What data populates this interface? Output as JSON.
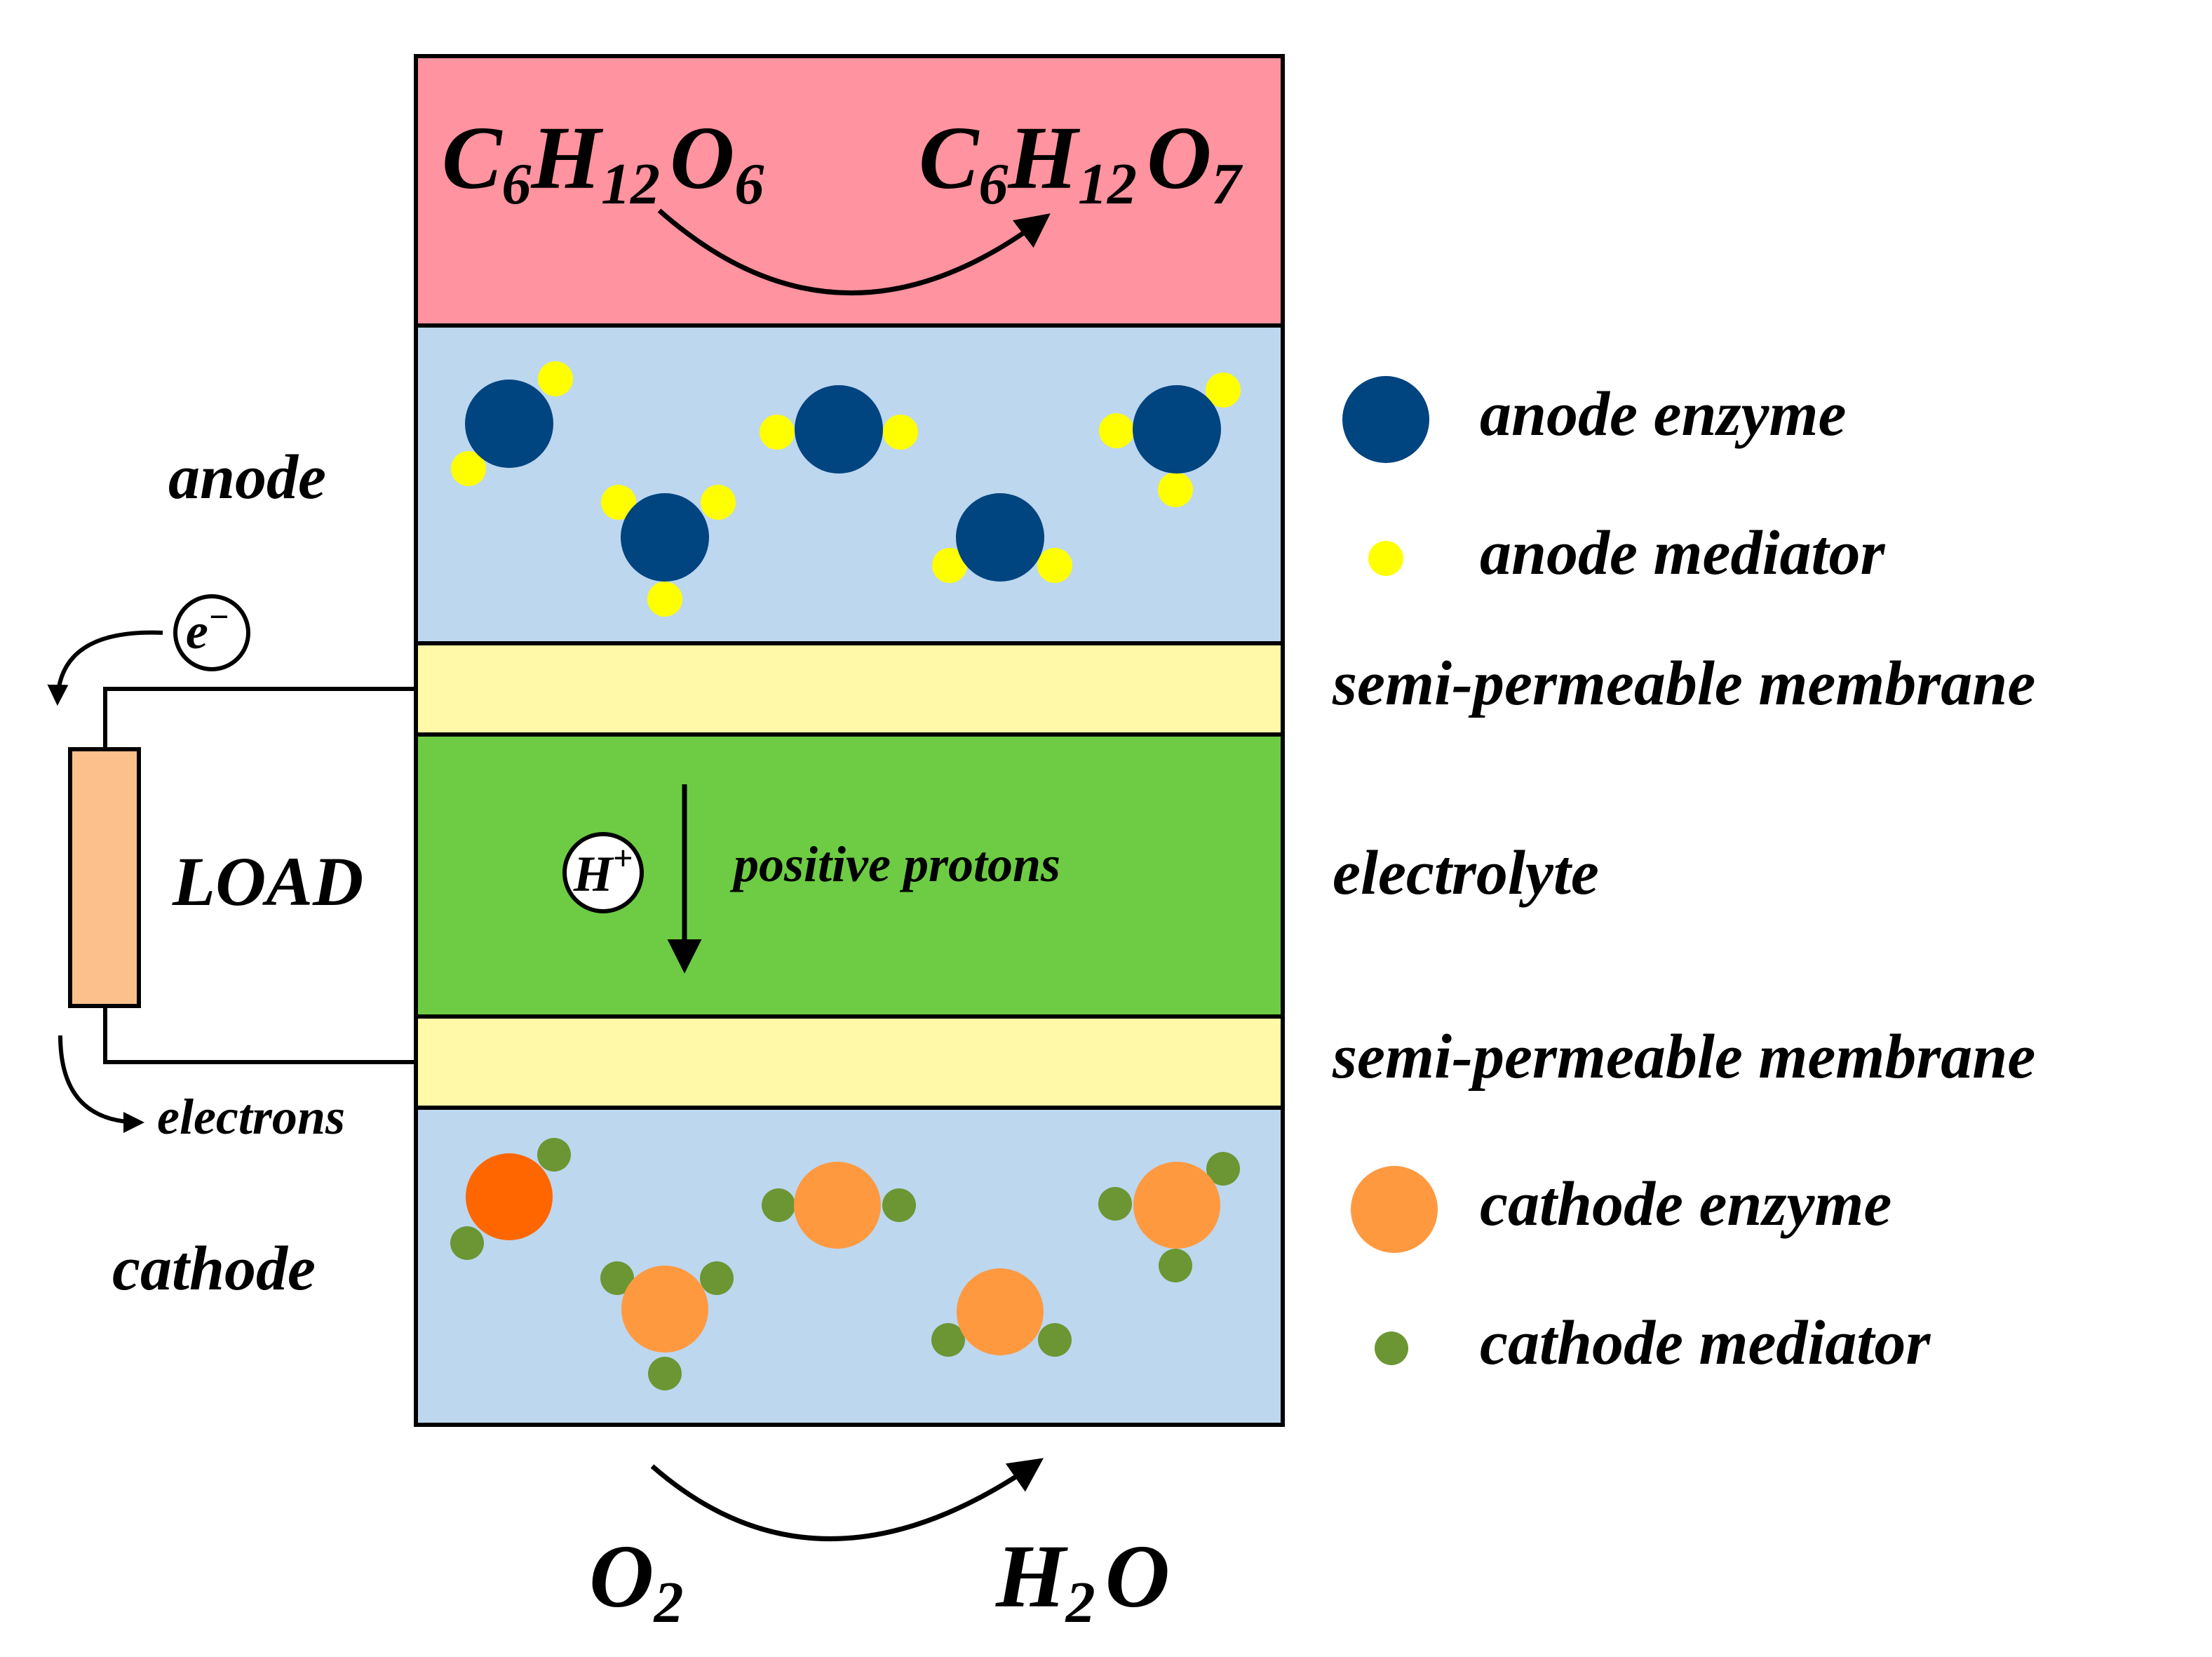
{
  "colors": {
    "substrate_band": "#ff939f",
    "electrode_band": "#bdd7ee",
    "membrane_band": "#fff9a8",
    "electrolyte_band": "#6dcc44",
    "anode_enzyme": "#004480",
    "anode_mediator": "#ffff00",
    "cathode_enzyme": "#ff9940",
    "cathode_enzyme_active": "#ff6600",
    "cathode_mediator": "#6b9633",
    "load": "#fbc08c"
  },
  "anode_reaction": {
    "reactant": {
      "c": "C",
      "c_sub": "6",
      "h": "H",
      "h_sub": "12",
      "o": "O",
      "o_sub": "6"
    },
    "product": {
      "c": "C",
      "c_sub": "6",
      "h": "H",
      "h_sub": "12",
      "o": "O",
      "o_sub": "7"
    }
  },
  "cathode_reaction": {
    "reactant": {
      "o": "O",
      "o_sub": "2"
    },
    "product": {
      "h": "H",
      "h_sub": "2",
      "o": "O"
    }
  },
  "labels": {
    "anode": "anode",
    "cathode": "cathode",
    "load": "LOAD",
    "electrons": "electrons",
    "electron_symbol": "e",
    "electron_charge": "−",
    "proton_symbol": "H",
    "proton_charge": "+",
    "positive_protons": "positive protons"
  },
  "legend": {
    "anode_enzyme": "anode enzyme",
    "anode_mediator": "anode mediator",
    "membrane_top": "semi-permeable membrane",
    "electrolyte": "electrolyte",
    "membrane_bottom": "semi-permeable membrane",
    "cathode_enzyme": "cathode enzyme",
    "cathode_mediator": "cathode mediator"
  }
}
